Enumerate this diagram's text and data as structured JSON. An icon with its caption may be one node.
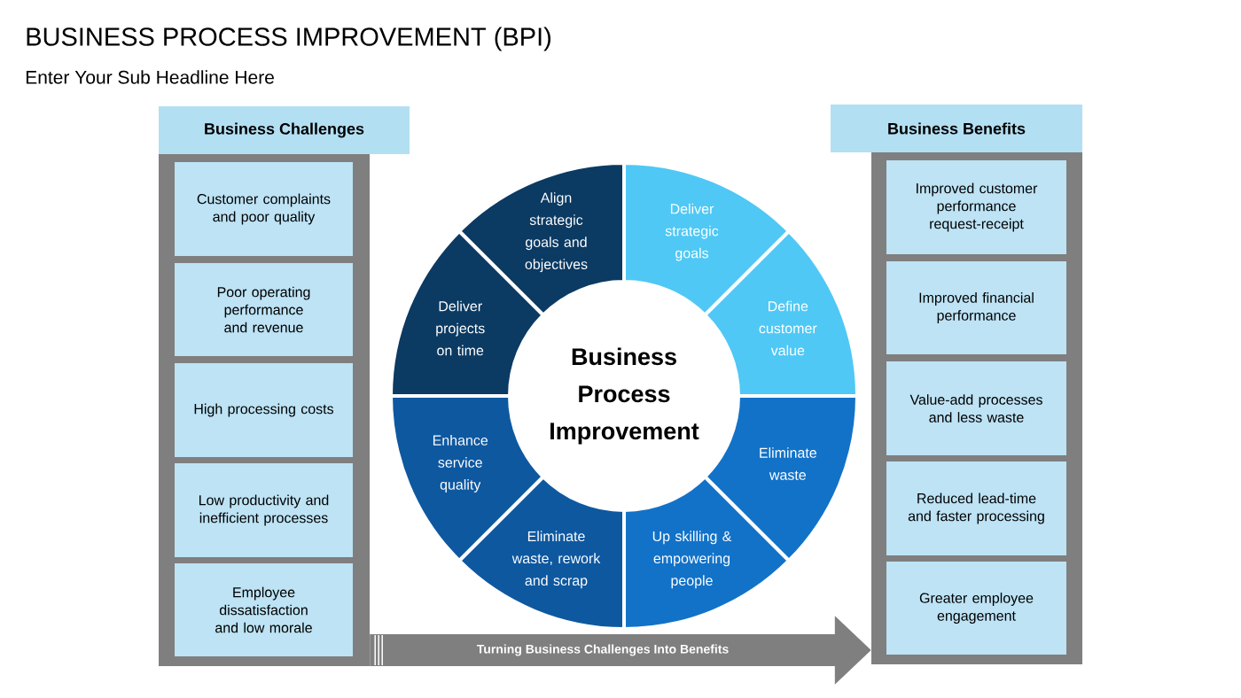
{
  "diagram": {
    "title": "BUSINESS PROCESS IMPROVEMENT (BPI)",
    "caption": "Enter Your Sub Headline Here",
    "nodes": [
      {
        "text": [
          "Business Challenges"
        ]
      },
      {
        "text": [
          "Customer complaints and poor quality"
        ],
        "in": 0
      },
      {
        "text": [
          "Poor operating performance and revenue"
        ],
        "in": 0
      },
      {
        "text": [
          "High processing costs"
        ],
        "in": 0
      },
      {
        "text": [
          "Low productivity and inefficient processes"
        ],
        "in": 0
      },
      {
        "text": [
          "Employee dissatisfaction and low morale"
        ],
        "in": 0
      },
      {
        "text": [
          "Business Benefits"
        ]
      },
      {
        "text": [
          "Improved customer performance request-receipt"
        ],
        "in": 6
      },
      {
        "text": [
          "Improved financial performance"
        ],
        "in": 6
      },
      {
        "text": [
          "Value-add processes and less waste"
        ],
        "in": 6
      },
      {
        "text": [
          "Reduced lead-time and faster processing"
        ],
        "in": 6
      },
      {
        "text": [
          "Greater employee engagement"
        ],
        "in": 6
      },
      {
        "text": [
          "Business Process Improvement"
        ]
      },
      {
        "text": [
          "Align strategic goals and objectives"
        ]
      },
      {
        "text": [
          "Deliver strategic goals"
        ]
      },
      {
        "text": [
          "Define customer value"
        ]
      },
      {
        "text": [
          "Eliminate waste"
        ]
      },
      {
        "text": [
          "Up skilling & empowering people"
        ]
      },
      {
        "text": [
          "Eliminate waste, rework and scrap"
        ]
      },
      {
        "text": [
          "Enhance service quality"
        ]
      },
      {
        "text": [
          "Deliver projects on time"
        ]
      }
    ],
    "edges": [
      {
        "from": 0,
        "to": 6,
        "arrow": "to",
        "label": "Turning Business Challenges Into Benefits"
      }
    ]
  }
}
